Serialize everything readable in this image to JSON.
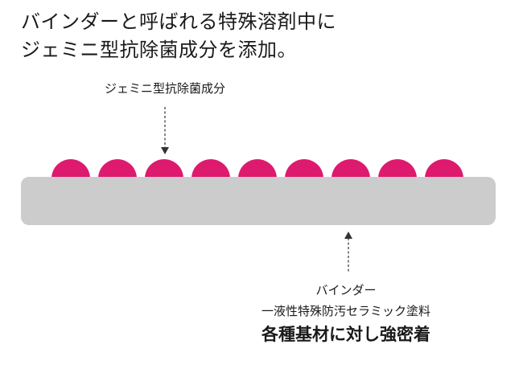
{
  "heading": {
    "line1": "バインダーと呼ばれる特殊溶剤中に",
    "line2": "ジェミニ型抗除菌成分を添加。"
  },
  "top_label": "ジェミニ型抗除菌成分",
  "bottom": {
    "label1": "バインダー",
    "label2": "一液性特殊防汚セラミック塗料",
    "claim": "各種基材に対し強密着"
  },
  "colors": {
    "particle": "#de1a6e",
    "binder": "#cccccc",
    "text": "#1a1a1a",
    "arrow": "#333333"
  },
  "particle_count": 9
}
